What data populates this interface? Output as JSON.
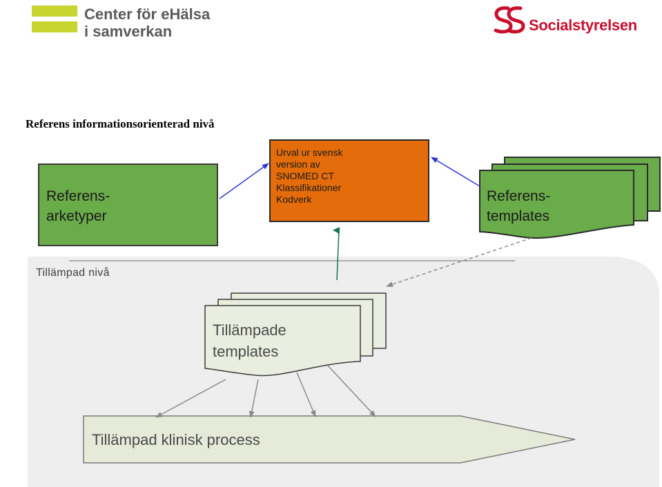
{
  "header": {
    "center_logo": {
      "line1": "Center för eHälsa",
      "line2": "i samverkan",
      "bar_color": "#c8d42f"
    },
    "socialstyrelsen_logo": {
      "text": "Socialstyrelsen",
      "color": "#c8102e"
    }
  },
  "diagram": {
    "title_reference_level": "Referens informationsorienterad nivå",
    "title_applied_level": "Tillämpad nivå",
    "reference_archetypes": {
      "line1": "Referens-",
      "line2": "arketyper",
      "color": "#6aab4a"
    },
    "terminology_box": {
      "lines": [
        "Urval ur svensk",
        "version av",
        "SNOMED CT",
        "Klassifikationer",
        "Kodverk"
      ],
      "color": "#e46c0a"
    },
    "reference_templates": {
      "line1": "Referens-",
      "line2": "templates",
      "color": "#6aab4a"
    },
    "applied_templates": {
      "line1": "Tillämpade",
      "line2": "templates",
      "color": "#eaeee0"
    },
    "clinical_process": {
      "label": "Tillämpad klinisk process",
      "color": "#e6ead8"
    },
    "applied_area_color": "#eeeeee"
  }
}
